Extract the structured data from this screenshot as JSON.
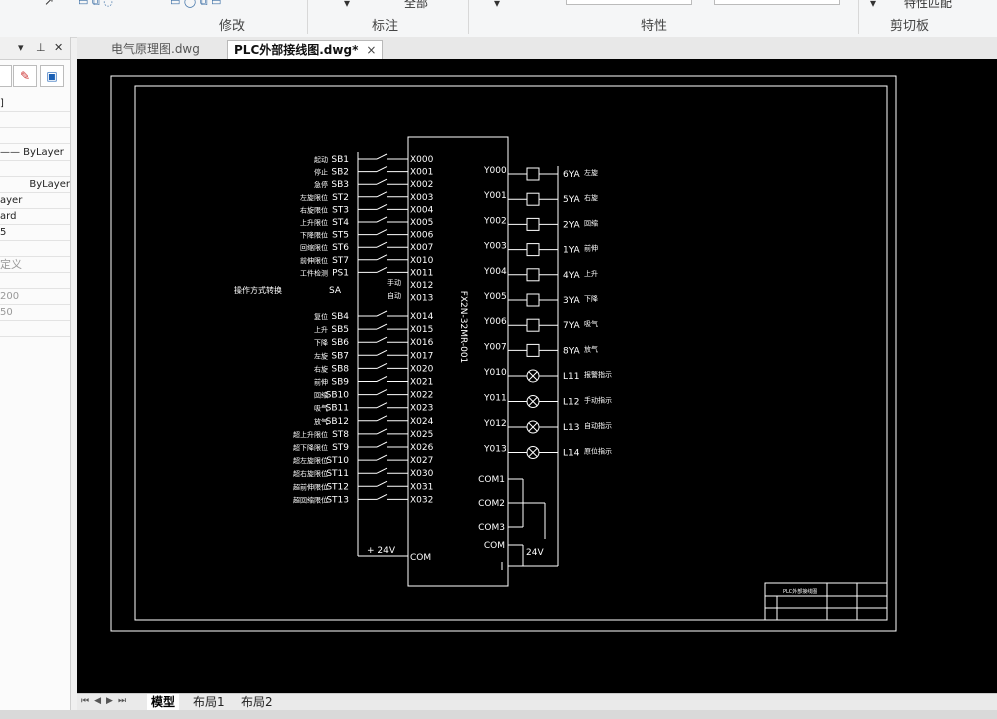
{
  "ribbon": {
    "groups": [
      "修改",
      "标注",
      "特性",
      "剪切板"
    ],
    "partial_labels": [
      "全部",
      "特性匹配"
    ]
  },
  "left_panel": {
    "rows": [
      "",
      "]",
      "",
      "",
      "—— ByLayer",
      "",
      "ByLayer",
      "ayer",
      "ard",
      "5",
      "",
      "定义",
      "",
      "200",
      "50",
      ""
    ]
  },
  "doc_tabs": [
    {
      "label": "电气原理图.dwg",
      "active": false
    },
    {
      "label": "PLC外部接线图.dwg*",
      "active": true
    }
  ],
  "doc_tab_close": "×",
  "layout_tabs": [
    "模型",
    "布局1",
    "布局2"
  ],
  "drawing": {
    "plc_model": "FX2N-32MR-001",
    "inputs": [
      {
        "label": "起动",
        "code": "SB1",
        "addr": "X000"
      },
      {
        "label": "停止",
        "code": "SB2",
        "addr": "X001"
      },
      {
        "label": "急停",
        "code": "SB3",
        "addr": "X002"
      },
      {
        "label": "左旋限位",
        "code": "ST2",
        "addr": "X003"
      },
      {
        "label": "右旋限位",
        "code": "ST3",
        "addr": "X004"
      },
      {
        "label": "上升限位",
        "code": "ST4",
        "addr": "X005"
      },
      {
        "label": "下降限位",
        "code": "ST5",
        "addr": "X006"
      },
      {
        "label": "回缩限位",
        "code": "ST6",
        "addr": "X007"
      },
      {
        "label": "前伸限位",
        "code": "ST7",
        "addr": "X010"
      },
      {
        "label": "工件检测",
        "code": "PS1",
        "addr": "X011"
      },
      {
        "label": "",
        "code": "",
        "addr": "X012"
      },
      {
        "label": "",
        "code": "",
        "addr": "X013"
      },
      {
        "label": "复位",
        "code": "SB4",
        "addr": "X014"
      },
      {
        "label": "上升",
        "code": "SB5",
        "addr": "X015"
      },
      {
        "label": "下降",
        "code": "SB6",
        "addr": "X016"
      },
      {
        "label": "左旋",
        "code": "SB7",
        "addr": "X017"
      },
      {
        "label": "右旋",
        "code": "SB8",
        "addr": "X020"
      },
      {
        "label": "前伸",
        "code": "SB9",
        "addr": "X021"
      },
      {
        "label": "回缩",
        "code": "SB10",
        "addr": "X022"
      },
      {
        "label": "吸气",
        "code": "SB11",
        "addr": "X023"
      },
      {
        "label": "放气",
        "code": "SB12",
        "addr": "X024"
      },
      {
        "label": "超上升限位",
        "code": "ST8",
        "addr": "X025"
      },
      {
        "label": "超下降限位",
        "code": "ST9",
        "addr": "X026"
      },
      {
        "label": "超左旋限位",
        "code": "ST10",
        "addr": "X027"
      },
      {
        "label": "超右旋限位",
        "code": "ST11",
        "addr": "X030"
      },
      {
        "label": "超前伸限位",
        "code": "ST12",
        "addr": "X031"
      },
      {
        "label": "超回缩限位",
        "code": "ST13",
        "addr": "X032"
      }
    ],
    "selector": {
      "label": "操作方式转换",
      "code": "SA",
      "pos1": "手动",
      "pos2": "自动"
    },
    "outputs": [
      {
        "addr": "Y000",
        "code": "6YA",
        "desc": "左旋",
        "kind": "coil"
      },
      {
        "addr": "Y001",
        "code": "5YA",
        "desc": "右旋",
        "kind": "coil"
      },
      {
        "addr": "Y002",
        "code": "2YA",
        "desc": "回缩",
        "kind": "coil"
      },
      {
        "addr": "Y003",
        "code": "1YA",
        "desc": "前伸",
        "kind": "coil"
      },
      {
        "addr": "Y004",
        "code": "4YA",
        "desc": "上升",
        "kind": "coil"
      },
      {
        "addr": "Y005",
        "code": "3YA",
        "desc": "下降",
        "kind": "coil"
      },
      {
        "addr": "Y006",
        "code": "7YA",
        "desc": "吸气",
        "kind": "coil"
      },
      {
        "addr": "Y007",
        "code": "8YA",
        "desc": "放气",
        "kind": "coil"
      },
      {
        "addr": "Y010",
        "code": "L11",
        "desc": "报警指示",
        "kind": "lamp"
      },
      {
        "addr": "Y011",
        "code": "L12",
        "desc": "手动指示",
        "kind": "lamp"
      },
      {
        "addr": "Y012",
        "code": "L13",
        "desc": "自动指示",
        "kind": "lamp"
      },
      {
        "addr": "Y013",
        "code": "L14",
        "desc": "原位指示",
        "kind": "lamp"
      }
    ],
    "commons": [
      "COM1",
      "COM2",
      "COM3",
      "COM"
    ],
    "input_power": "+ 24V",
    "input_com": "COM",
    "output_power": "24V",
    "title_block_name": "PLC外部接线图"
  },
  "colors": {
    "canvas": "#000000",
    "linework": "#ffffff"
  }
}
